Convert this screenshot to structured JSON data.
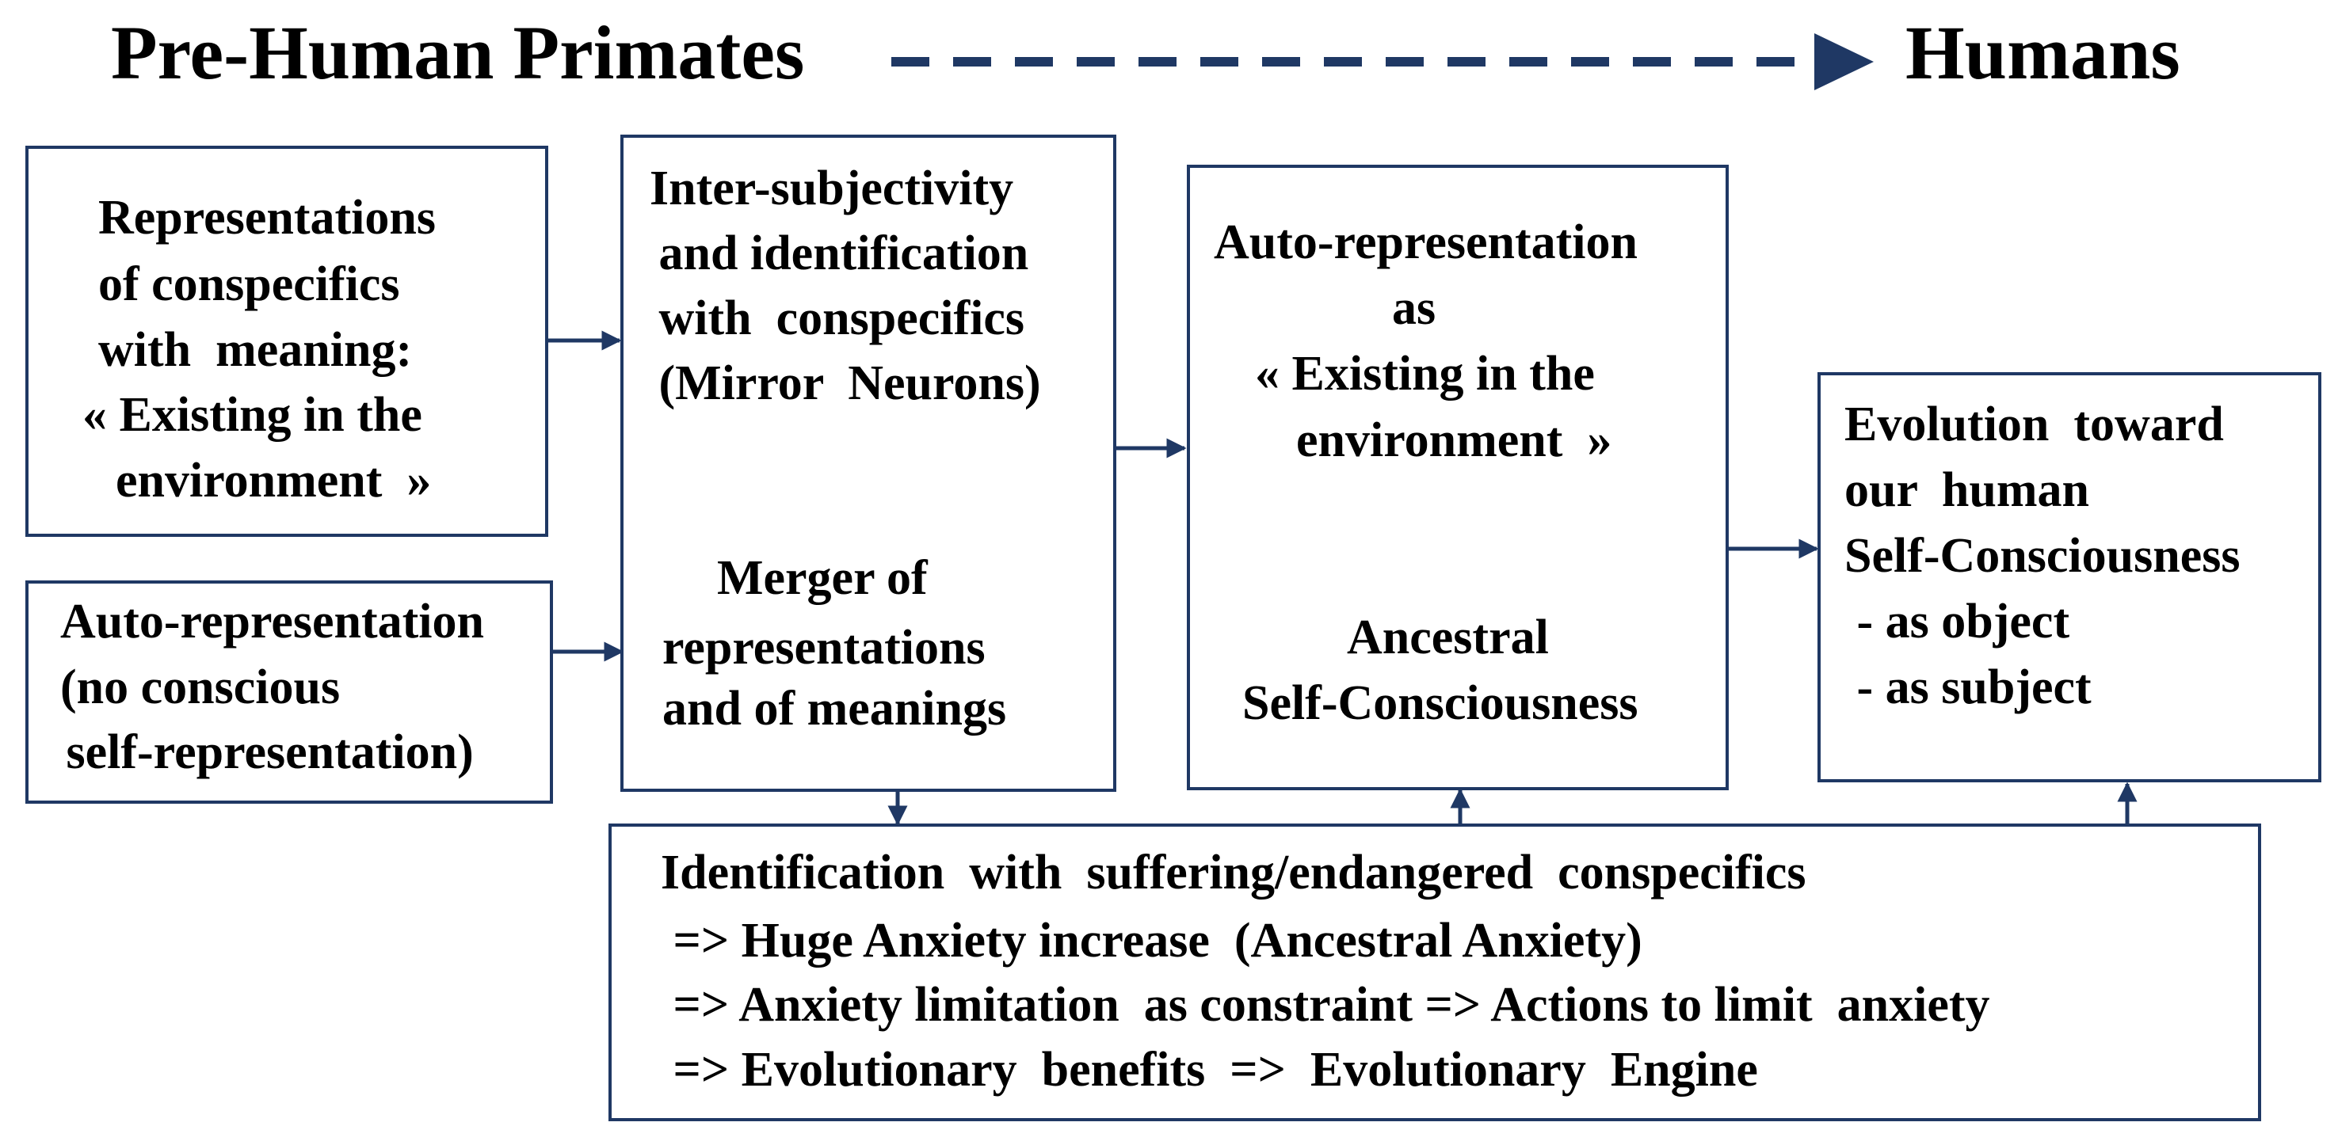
{
  "header": {
    "left_label": "Pre-Human Primates",
    "right_label": "Humans"
  },
  "boxes": {
    "conspecifics": {
      "lines": [
        "Representations",
        "of conspecifics",
        "with  meaning:",
        "« Existing in the",
        "environment  »"
      ]
    },
    "auto_rep_left": {
      "lines": [
        "Auto-representation",
        "(no conscious",
        " self-representation)"
      ]
    },
    "intersubjectivity": {
      "top_lines": [
        "Inter-subjectivity",
        " and identification",
        " with  conspecifics",
        " (Mirror  Neurons)"
      ],
      "bottom_lines": [
        "Merger of",
        "representations",
        "and of meanings"
      ]
    },
    "auto_rep_middle": {
      "top_lines": [
        "Auto-representation",
        "as",
        "« Existing in the",
        "environment  »"
      ],
      "bottom_lines": [
        "Ancestral",
        "Self-Consciousness"
      ]
    },
    "evolution": {
      "lines": [
        "Evolution  toward",
        "our  human",
        "Self-Consciousness",
        " - as object",
        " - as subject"
      ]
    },
    "anxiety": {
      "lines": [
        "Identification  with  suffering/endangered  conspecifics",
        " => Huge Anxiety increase  (Ancestral Anxiety)",
        " => Anxiety limitation  as constraint => Actions to limit  anxiety",
        " => Evolutionary  benefits  =>  Evolutionary  Engine"
      ]
    }
  },
  "colors": {
    "border": "#1f3864",
    "arrow": "#1f3864",
    "text": "#000000"
  }
}
